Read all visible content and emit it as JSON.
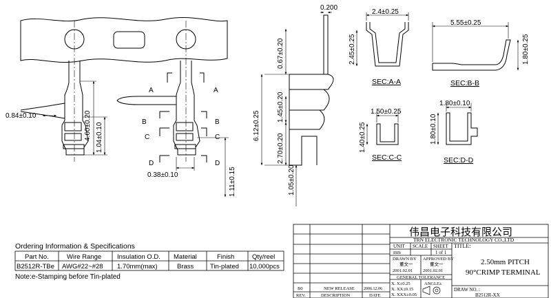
{
  "dims": {
    "d0200": "0.200",
    "d240": "2.4±0.25",
    "d555": "5.55±0.25",
    "d245": "2.45±0.25",
    "d180": "1.80±0.25",
    "d067": "0.67±0.20",
    "d145": "1.45±0.20",
    "d612": "6.12±0.25",
    "d270": "2.70±0.20",
    "d105": "1.05±0.20",
    "d460": "4.60±0.20",
    "d104": "1.04±0.10",
    "d084": "0.84±0.10",
    "d038": "0.38±0.10",
    "d111": "1.11±0.15",
    "d150": "1.50±0.25",
    "d140": "1.40±0.25",
    "d180b": "1.80±0.10",
    "d180c": "1.80±0.10"
  },
  "section_marks": {
    "a": "A",
    "b": "B",
    "c": "C",
    "d": "D"
  },
  "sections": {
    "aa": "SEC:A-A",
    "bb": "SEC:B-B",
    "cc": "SEC:C-C",
    "dd": "SEC:D-D"
  },
  "ordering": {
    "heading": "Ordering Information & Specifications",
    "headers": [
      "Part No.",
      "Wire Range",
      "Insulation O.D.",
      "Material",
      "Finish",
      "Qty/reel"
    ],
    "row": [
      "B2512R-TBe",
      "AWG#22~#28",
      "1.70mm(max)",
      "Brass",
      "Tin-plated",
      "10,000pcs"
    ],
    "note": "Note:e-Stamping before Tin-plated"
  },
  "title_block": {
    "company_cn": "伟昌电子科技有限公司",
    "company_en": "TRN ELECTRONIC TECHNOLOGY CO.,LTD",
    "unit_label": "UNIT",
    "scale_label": "SCALE",
    "sheet_label": "SHEET",
    "title_label": "TITLE:",
    "unit_value": "mm",
    "sheet_value": "1 of 1",
    "drawn_by_label": "DRAWN BY",
    "approved_by_label": "APPROVED BY",
    "drawn_by_name": "董文一",
    "approved_by_name": "董文一",
    "drawn_date": "2001.02.01",
    "approved_date": "2001.02.01",
    "tolerance_label": "GENERAL TOLERANCE",
    "tol_1": "X. X±0.25",
    "tol_2": "X. XX±0.15",
    "tol_3": "X. XXX±0.05",
    "angle_label": "ANGLE±",
    "title_line1": "2.50mm PITCH",
    "title_line2": "90°CRIMP TERMINAL",
    "draw_no_label": "DRAW NO. :",
    "draw_no": "B2512R-XX",
    "rev_code": "B0",
    "rev_desc": "NEW RELEASE",
    "rev_date": "2006.12.06",
    "rev_hdr": "REV.",
    "desc_hdr": "DESCRIPTION",
    "date_hdr": "DATE"
  },
  "colors": {
    "line": "#000000",
    "background": "#ffffff"
  }
}
